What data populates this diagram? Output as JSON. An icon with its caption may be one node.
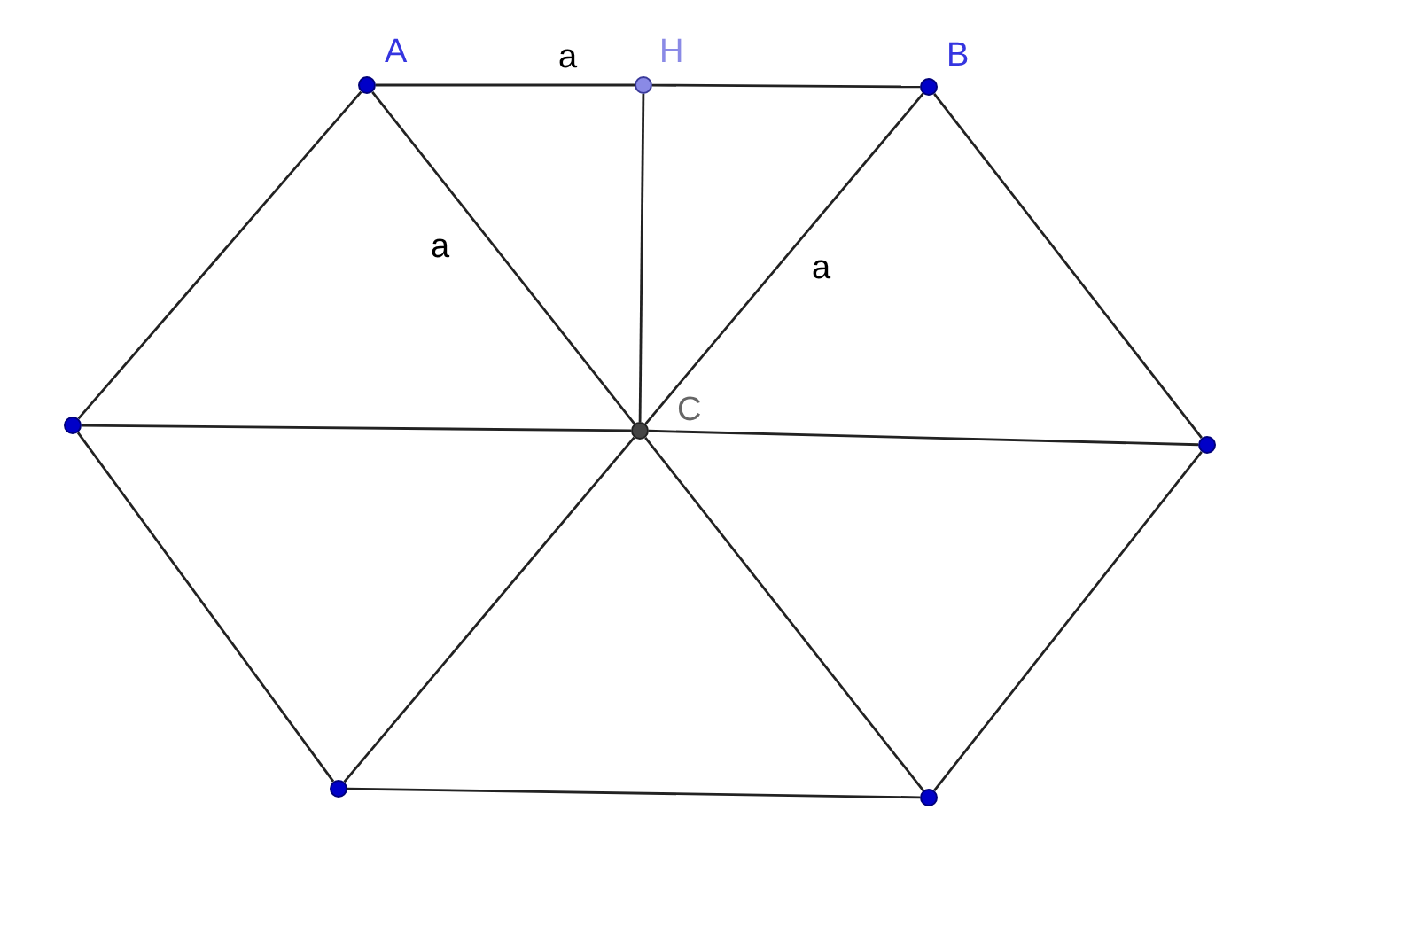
{
  "diagram": {
    "nodes": [
      {
        "text": [],
        "shape": "circle",
        "beside": [
          "A"
        ]
      },
      {
        "text": [],
        "shape": "circle",
        "beside": [
          "H"
        ]
      },
      {
        "text": [],
        "shape": "circle",
        "beside": [
          "B"
        ]
      },
      {
        "text": [],
        "shape": "circle"
      },
      {
        "text": [],
        "shape": "circle",
        "beside": [
          "C"
        ]
      },
      {
        "text": [],
        "shape": "circle"
      },
      {
        "text": [],
        "shape": "circle"
      },
      {
        "text": [],
        "shape": "circle"
      }
    ],
    "edges": [
      {
        "from": 0,
        "to": 1,
        "arrow": "none",
        "label": "a"
      },
      {
        "from": 1,
        "to": 2,
        "arrow": "none"
      },
      {
        "from": 0,
        "to": 4,
        "arrow": "none",
        "label": "a"
      },
      {
        "from": 1,
        "to": 4,
        "arrow": "none"
      },
      {
        "from": 2,
        "to": 4,
        "arrow": "none",
        "label": "a"
      },
      {
        "from": 3,
        "to": 0,
        "arrow": "none"
      },
      {
        "from": 2,
        "to": 5,
        "arrow": "none"
      },
      {
        "from": 3,
        "to": 4,
        "arrow": "none"
      },
      {
        "from": 4,
        "to": 5,
        "arrow": "none"
      },
      {
        "from": 3,
        "to": 6,
        "arrow": "none"
      },
      {
        "from": 6,
        "to": 4,
        "arrow": "none"
      },
      {
        "from": 4,
        "to": 7,
        "arrow": "none"
      },
      {
        "from": 5,
        "to": 7,
        "arrow": "none"
      },
      {
        "from": 6,
        "to": 7,
        "arrow": "none"
      }
    ]
  }
}
